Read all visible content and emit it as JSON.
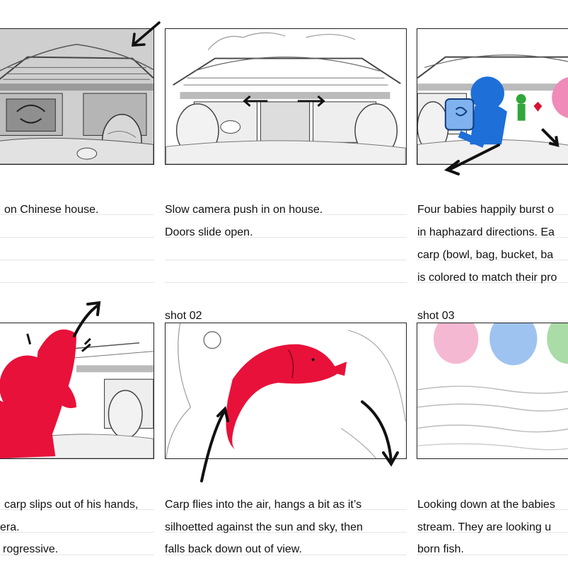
{
  "shots": [
    {
      "id": "row1-col1",
      "label": "",
      "lines": [
        "on Chinese house.",
        "",
        "",
        ""
      ]
    },
    {
      "id": "row1-col2",
      "label": "",
      "lines": [
        "Slow camera push in on house.",
        "Doors slide open.",
        "",
        ""
      ]
    },
    {
      "id": "row1-col3",
      "label": "",
      "lines": [
        "Four babies happily burst o",
        "in haphazard directions.  Ea",
        "carp (bowl, bag, bucket, ba",
        "is colored to match their pro"
      ]
    },
    {
      "id": "row2-col1",
      "label": "",
      "lines": [
        "carp slips out of his hands,",
        "era.",
        "rogressive."
      ]
    },
    {
      "id": "row2-col2",
      "label": "shot 02",
      "lines": [
        "Carp flies into the air, hangs a bit as it’s",
        "silhoetted against the sun and sky, then",
        "falls back down out of view."
      ]
    },
    {
      "id": "row2-col3",
      "label": "shot 03",
      "lines": [
        "Looking down at the babies",
        "stream.  They are looking u",
        "born fish."
      ]
    }
  ],
  "colors": {
    "carp_red": "#e8113a",
    "baby_blue": "#1e6fd8",
    "baby_green": "#2fa73a",
    "baby_pink": "#f08ab8",
    "pencil": "#333333",
    "rule": "#e6e6e6"
  }
}
